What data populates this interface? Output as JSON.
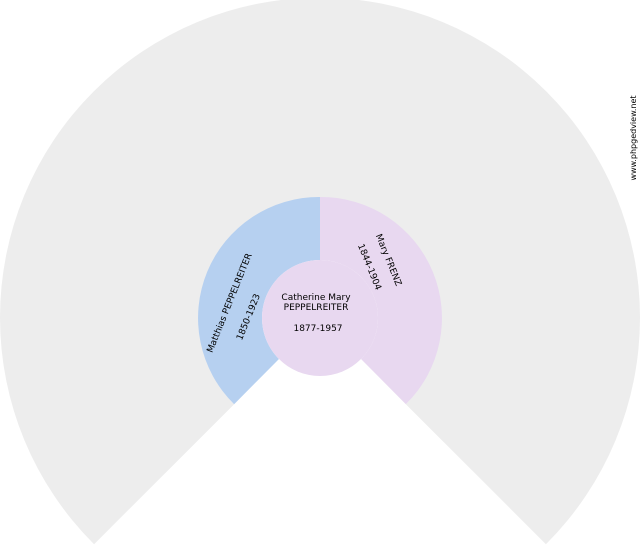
{
  "chart": {
    "root": {
      "name_line1": "Catherine Mary",
      "name_line2": "PEPPELREITER",
      "dates": "1877-1957",
      "color": "#e8d8f0"
    },
    "father": {
      "name": "Matthias PEPPELREITER",
      "dates": "1850-1923",
      "color": "#b6d0f0"
    },
    "mother": {
      "name": "Mary FRENZ",
      "dates": "1844-1904",
      "color": "#e8d8f0"
    },
    "outer_color": "#ededed",
    "watermark": "www.phpgedview.net"
  }
}
